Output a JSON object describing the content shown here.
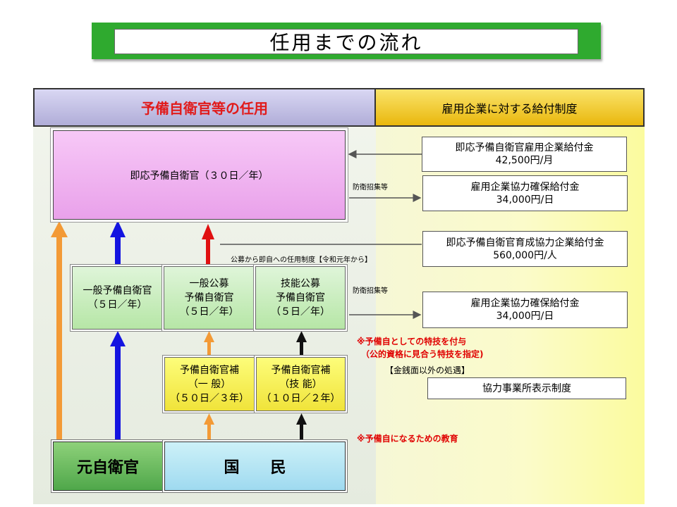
{
  "title": "任用までの流れ",
  "header_left": "予備自衛官等の任用",
  "header_right": "雇用企業に対する給付制度",
  "boxes": {
    "sokuo": "即応予備自衛官（３０日／年）",
    "ippan": [
      "一般予備自衛官",
      "（５日／年）"
    ],
    "ippan_bosyu": [
      "一般公募",
      "予備自衛官",
      "（５日／年）"
    ],
    "gino_bosyu": [
      "技能公募",
      "予備自衛官",
      "（５日／年）"
    ],
    "ho_ippan": [
      "予備自衛官補",
      "（一 般）",
      "（５０日／３年）"
    ],
    "ho_gino": [
      "予備自衛官補",
      "（技 能）",
      "（１０日／２年）"
    ],
    "moto": "元自衛官",
    "kokumin": "国民"
  },
  "benefits": [
    {
      "name": "即応予備自衛官雇用企業給付金",
      "amount": "42,500円/月"
    },
    {
      "name": "雇用企業協力確保給付金",
      "amount": "34,000円/日"
    },
    {
      "name": "即応予備自衛官育成協力企業給付金",
      "amount": "560,000円/人"
    },
    {
      "name": "雇用企業協力確保給付金",
      "amount": "34,000円/日"
    },
    {
      "name": "協力事業所表示制度",
      "amount": ""
    }
  ],
  "labels": {
    "boei_1": "防衛招集等",
    "boei_2": "防衛招集等",
    "kobo_note": "公募から即自への任用制度【令和元年から】",
    "tokugi_note_1": "※予備自としての特技を付与",
    "tokugi_note_2": "（公的資格に見合う特技を指定)",
    "kinsen_note": "【金銭面以外の処遇】",
    "kyoiku_note": "※予備自になるための教育"
  },
  "colors": {
    "orange_arrow": "#f39a36",
    "blue_arrow": "#1414e0",
    "red_arrow": "#e01010",
    "black_arrow": "#111111",
    "title_green": "#2faa2f",
    "note_red": "#e00000"
  }
}
